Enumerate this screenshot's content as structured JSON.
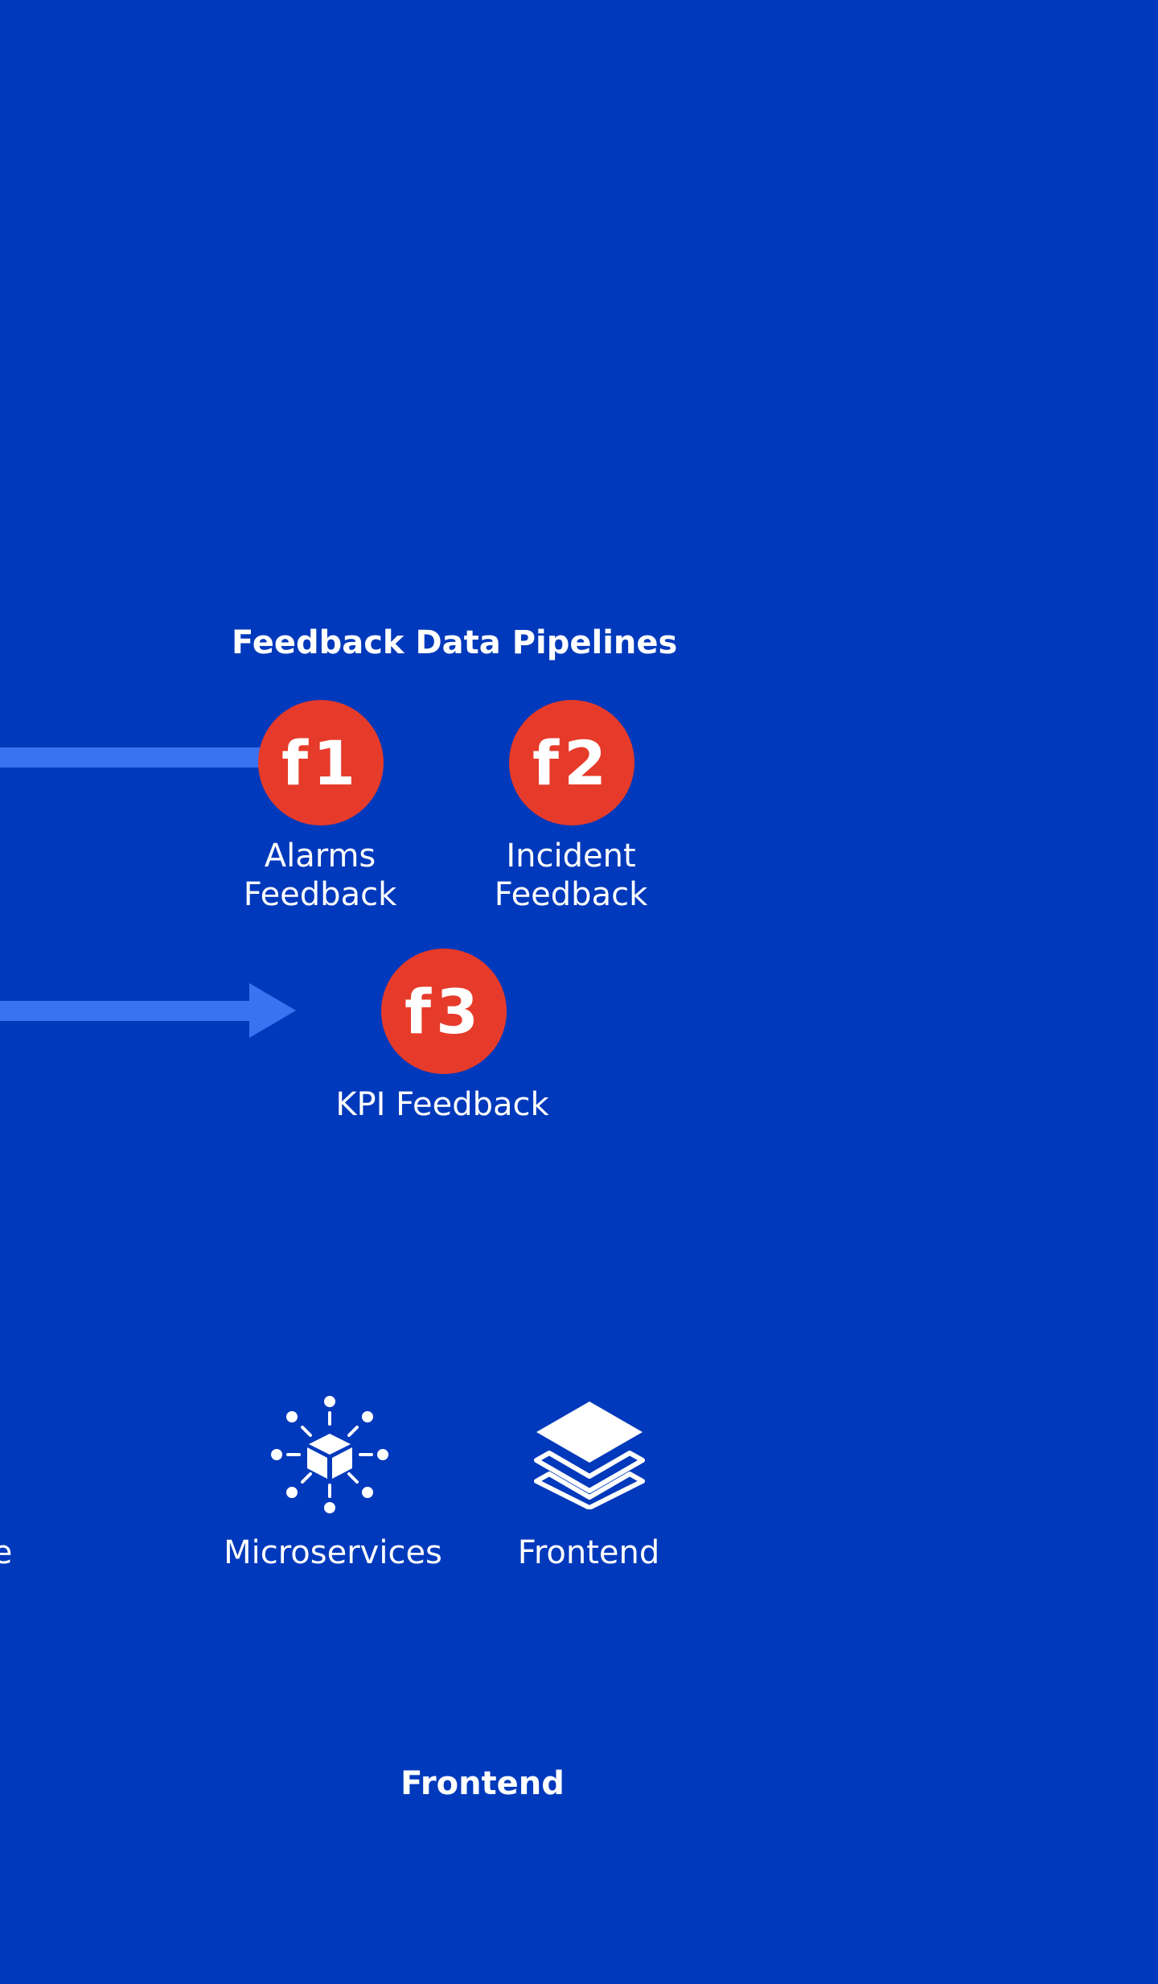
{
  "colors": {
    "background": "#0039BB",
    "connector": "#3A73F2",
    "badge": "#E63B2A",
    "text": "#FFFFFF"
  },
  "feedback": {
    "title": "Feedback Data Pipelines",
    "pipelines": [
      {
        "badge": "f1",
        "label_line1": "Alarms",
        "label_line2": "Feedback"
      },
      {
        "badge": "f2",
        "label_line1": "Incident",
        "label_line2": "Feedback"
      },
      {
        "badge": "f3",
        "label": "KPI Feedback"
      }
    ]
  },
  "components": {
    "partial_left_label": "e",
    "items": [
      {
        "icon": "microservices-icon",
        "label": "Microservices"
      },
      {
        "icon": "layers-icon",
        "label": "Frontend"
      }
    ]
  },
  "footer": {
    "section_title": "Frontend"
  }
}
